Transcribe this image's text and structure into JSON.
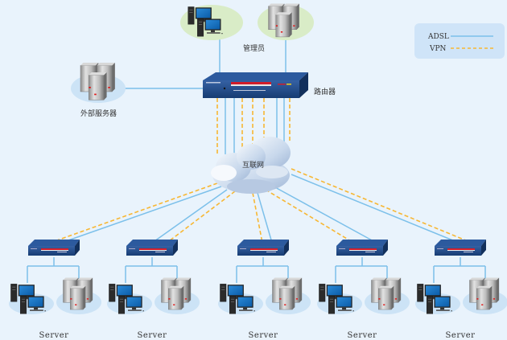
{
  "colors": {
    "background": "#e9f3fc",
    "adsl_line": "#7cc0ea",
    "vpn_line": "#f7b733",
    "device_blue": "#1f4d8c",
    "ellipse_green": "#d9ecc7",
    "ellipse_blue": "#cce3f6",
    "legend_bg": "#cfe4f8"
  },
  "legend": {
    "items": [
      {
        "label": "ADSL",
        "style": "solid",
        "color": "#7cc0ea"
      },
      {
        "label": "VPN",
        "style": "dashed",
        "color": "#f7b733"
      }
    ]
  },
  "nodes": {
    "admin": {
      "label": "管理员",
      "icons": [
        "workstation-group-icon",
        "server-cluster-icon"
      ]
    },
    "router": {
      "label": "路由器",
      "icon": "router-icon"
    },
    "external_server": {
      "label": "外部服务器",
      "icon": "server-cluster-icon"
    },
    "internet": {
      "label": "互联网",
      "icon": "cloud-icon"
    }
  },
  "branches": [
    {
      "label": "Server"
    },
    {
      "label": "Server"
    },
    {
      "label": "Server"
    },
    {
      "label": "Server"
    },
    {
      "label": "Server"
    }
  ]
}
